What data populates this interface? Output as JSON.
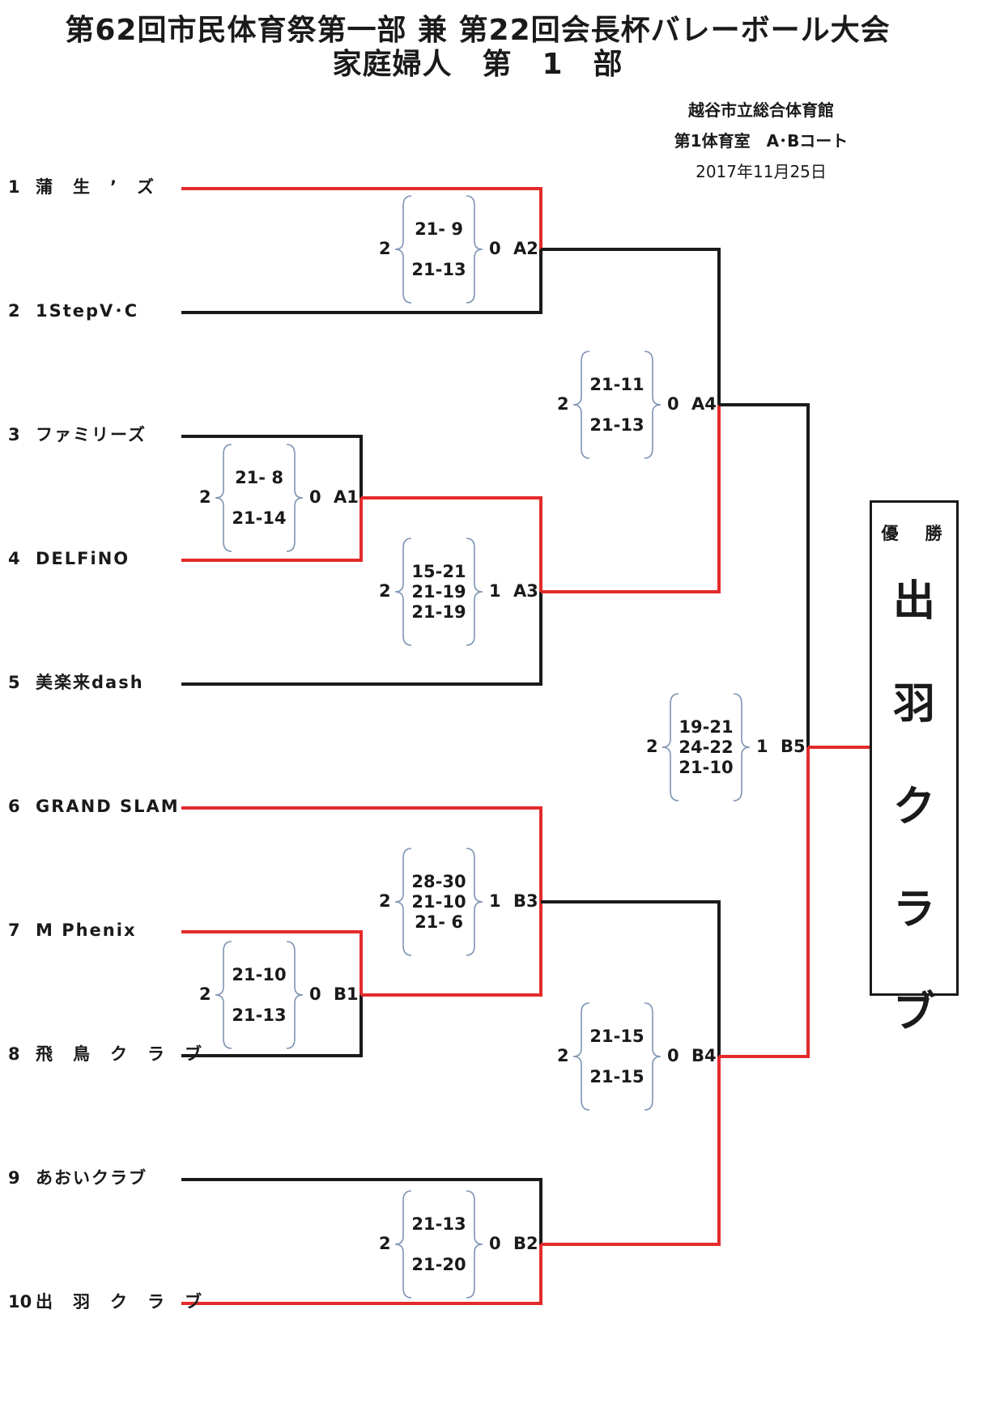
{
  "title_line1": "第62回市民体育祭第一部 兼 第22回会長杯バレーボール大会",
  "title_line2": "家庭婦人　第　1　部",
  "venue": "越谷市立総合体育館",
  "court": "第1体育室　A･Bコート",
  "date": "2017年11月25日",
  "colors": {
    "win": "#e32b2b",
    "line": "#1a1a1a",
    "brace": "#7e94b3"
  },
  "teams": [
    {
      "num": "1",
      "name": "蒲　生　’　ズ"
    },
    {
      "num": "2",
      "name": "1StepV･C"
    },
    {
      "num": "3",
      "name": "ファミリーズ"
    },
    {
      "num": "4",
      "name": "DELFiNO"
    },
    {
      "num": "5",
      "name": "美楽来dash"
    },
    {
      "num": "6",
      "name": "GRAND SLAM"
    },
    {
      "num": "7",
      "name": "M Phenix"
    },
    {
      "num": "8",
      "name": "飛　鳥　ク　ラ　ブ"
    },
    {
      "num": "9",
      "name": "あおいクラブ"
    },
    {
      "num": "10",
      "name": "出　羽　ク　ラ　ブ"
    }
  ],
  "matches": [
    {
      "label": "A2",
      "left": "2",
      "right": "0",
      "sets": [
        "21- 9",
        "21-13"
      ]
    },
    {
      "label": "A4",
      "left": "2",
      "right": "0",
      "sets": [
        "21-11",
        "21-13"
      ]
    },
    {
      "label": "A1",
      "left": "2",
      "right": "0",
      "sets": [
        "21- 8",
        "21-14"
      ]
    },
    {
      "label": "A3",
      "left": "2",
      "right": "1",
      "sets": [
        "15-21",
        "21-19",
        "21-19"
      ]
    },
    {
      "label": "B5",
      "left": "2",
      "right": "1",
      "sets": [
        "19-21",
        "24-22",
        "21-10"
      ]
    },
    {
      "label": "B3",
      "left": "2",
      "right": "1",
      "sets": [
        "28-30",
        "21-10",
        "21- 6"
      ]
    },
    {
      "label": "B1",
      "left": "2",
      "right": "0",
      "sets": [
        "21-10",
        "21-13"
      ]
    },
    {
      "label": "B4",
      "left": "2",
      "right": "0",
      "sets": [
        "21-15",
        "21-15"
      ]
    },
    {
      "label": "B2",
      "left": "2",
      "right": "0",
      "sets": [
        "21-13",
        "21-20"
      ]
    }
  ],
  "champion": {
    "label": "優　勝",
    "name_chars": [
      "出",
      "羽",
      "ク",
      "ラ",
      "ブ"
    ]
  }
}
